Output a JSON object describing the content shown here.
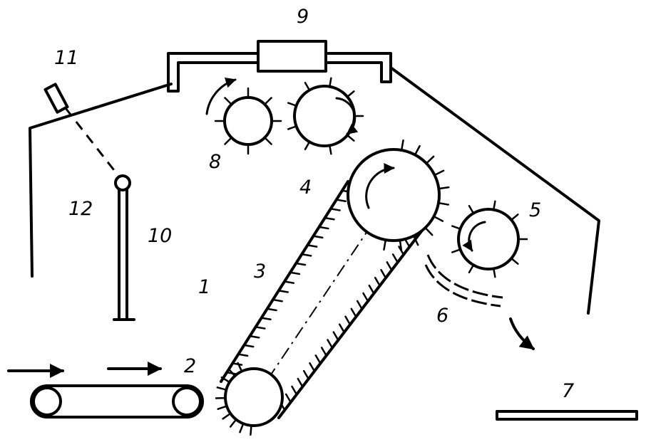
{
  "labels": {
    "l1": "1",
    "l2": "2",
    "l3": "3",
    "l4": "4",
    "l5": "5",
    "l6": "6",
    "l7": "7",
    "l8": "8",
    "l9": "9",
    "l10": "10",
    "l11": "11",
    "l12": "12"
  },
  "icons": {
    "feed_direction": "arrow-right-icon",
    "rotation": "rotation-arrow-icon",
    "discharge": "curved-arrow-icon"
  },
  "colors": {
    "ink": "#000000",
    "paper": "#ffffff"
  }
}
